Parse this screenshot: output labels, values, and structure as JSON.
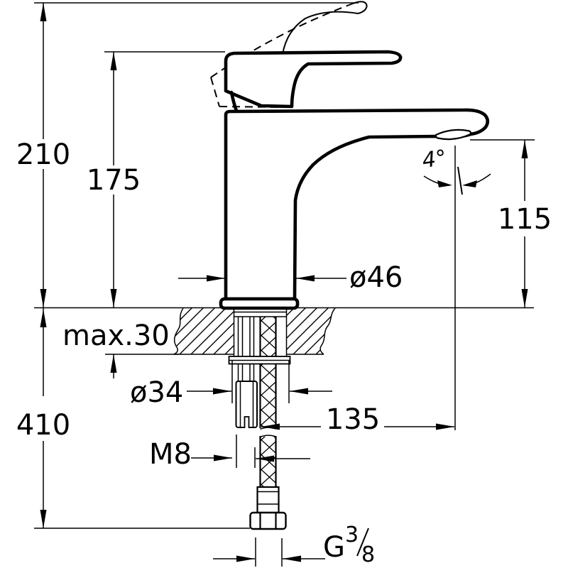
{
  "page": {
    "background_color": "#ffffff",
    "line_color": "#000000",
    "description": "Technical dimension drawing of a single-lever basin mixer faucet, side view, with mounting hardware and flexible hose below the countertop"
  },
  "drawing": {
    "labels": {
      "overall_height": "210",
      "height_to_spout_top": "175",
      "spout_outlet_height": "115",
      "body_diameter": "ø46",
      "counter_thickness": "max.30",
      "mounting_hole_diameter": "ø34",
      "below_counter_length": "410",
      "spout_reach": "135",
      "mounting_stud_thread": "M8",
      "aerator_angle": "4°",
      "hose_thread_prefix": "G",
      "hose_thread_numerator": "3",
      "hose_thread_denominator": "8"
    }
  }
}
